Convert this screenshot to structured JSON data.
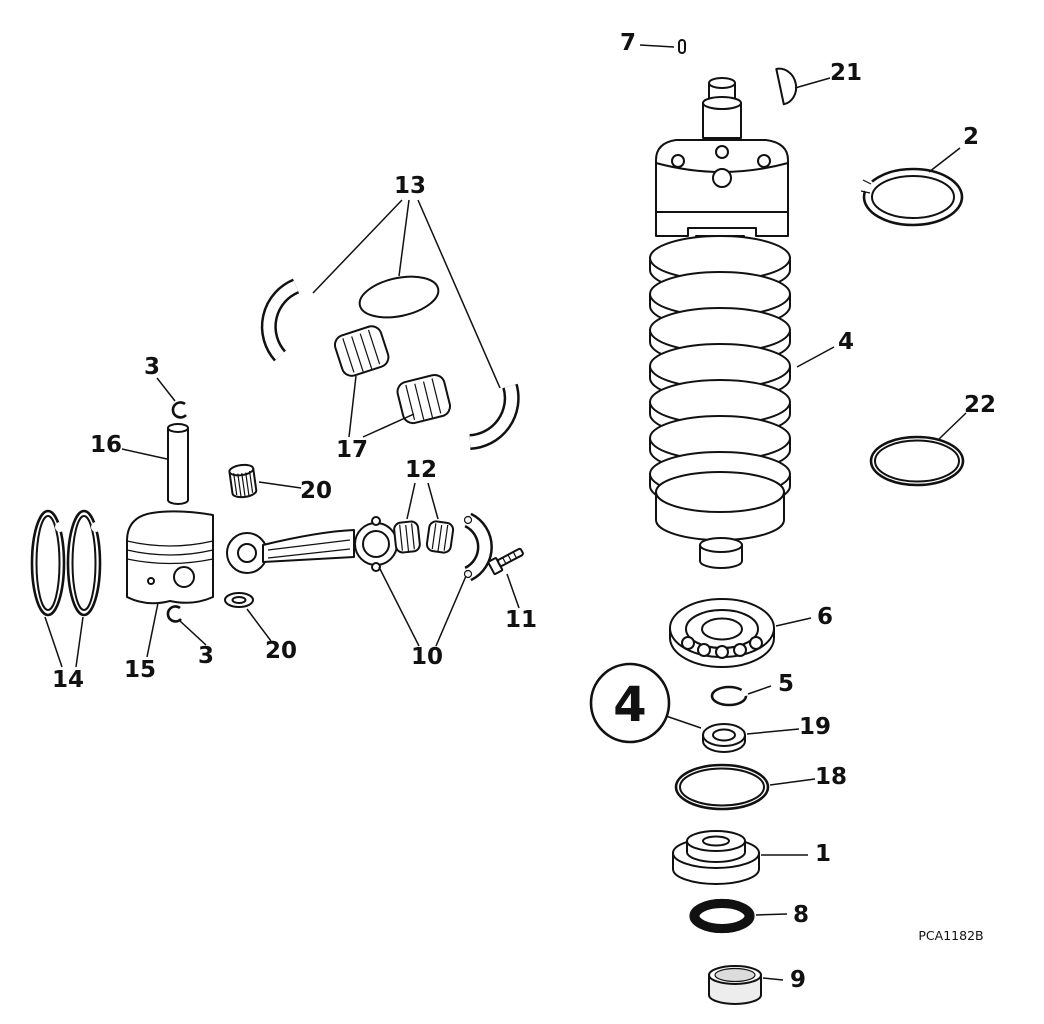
{
  "diagram": {
    "part_code": "PCA1182B",
    "detail_symbol": "4",
    "callouts": {
      "c1": "1",
      "c2": "2",
      "c3a": "3",
      "c3b": "3",
      "c4": "4",
      "c5": "5",
      "c6": "6",
      "c7": "7",
      "c8": "8",
      "c9": "9",
      "c10": "10",
      "c11": "11",
      "c12": "12",
      "c13": "13",
      "c14": "14",
      "c15": "15",
      "c16": "16",
      "c17": "17",
      "c18": "18",
      "c19": "19",
      "c20a": "20",
      "c20b": "20",
      "c21": "21",
      "c22": "22"
    },
    "colors": {
      "line": "#111111",
      "background": "#ffffff"
    }
  }
}
